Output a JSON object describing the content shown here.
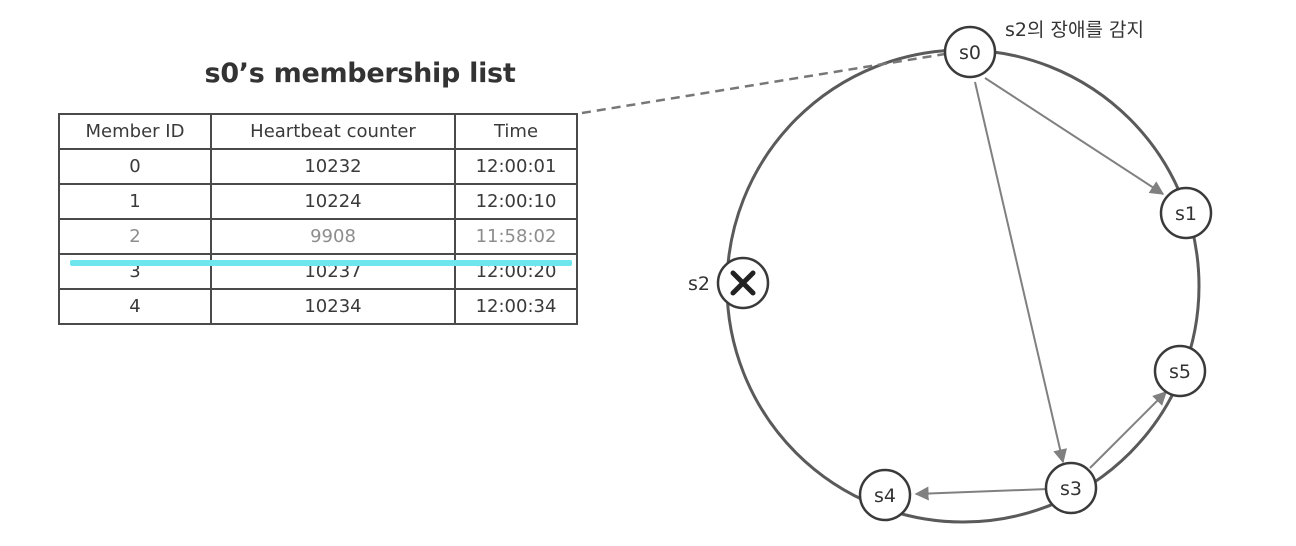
{
  "membership_list": {
    "title": "s0’s membership list",
    "headers": [
      "Member ID",
      "Heartbeat counter",
      "Time"
    ],
    "rows": [
      {
        "member_id": "0",
        "heartbeat": "10232",
        "time": "12:00:01"
      },
      {
        "member_id": "1",
        "heartbeat": "10224",
        "time": "12:00:10"
      },
      {
        "member_id": "2",
        "heartbeat": "9908",
        "time": "11:58:02"
      },
      {
        "member_id": "3",
        "heartbeat": "10237",
        "time": "12:00:20"
      },
      {
        "member_id": "4",
        "heartbeat": "10234",
        "time": "12:00:34"
      }
    ]
  },
  "ring": {
    "nodes": {
      "s0": "s0",
      "s1": "s1",
      "s2": "s2",
      "s3": "s3",
      "s4": "s4",
      "s5": "s5"
    },
    "failed_node_icon": "close-x-icon",
    "annotation": "s2의 장애를 감지"
  },
  "colors": {
    "ring_line": "#555555",
    "arrow": "#808080",
    "strike_highlight": "#6ee6ee"
  }
}
